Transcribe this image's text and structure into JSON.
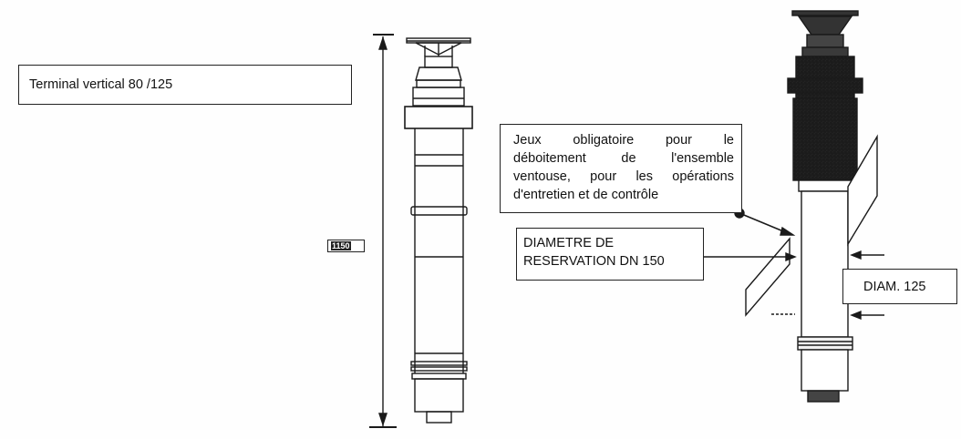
{
  "labels": {
    "terminal_title": "Terminal vertical 80 /125",
    "dimension_tag": "1150",
    "clearance_note": [
      "Jeux obligatoire pour le",
      "déboitement de l'ensemble",
      "ventouse, pour les opérations",
      "d'entretien et de contrôle"
    ],
    "reservation": [
      "DIAMETRE DE",
      "RESERVATION DN 150"
    ],
    "pipe_diameter": "DIAM. 125"
  },
  "colors": {
    "ink": "#1a1a1a",
    "paper": "#fefefe",
    "hatch_fill": "#2b2b2b"
  }
}
